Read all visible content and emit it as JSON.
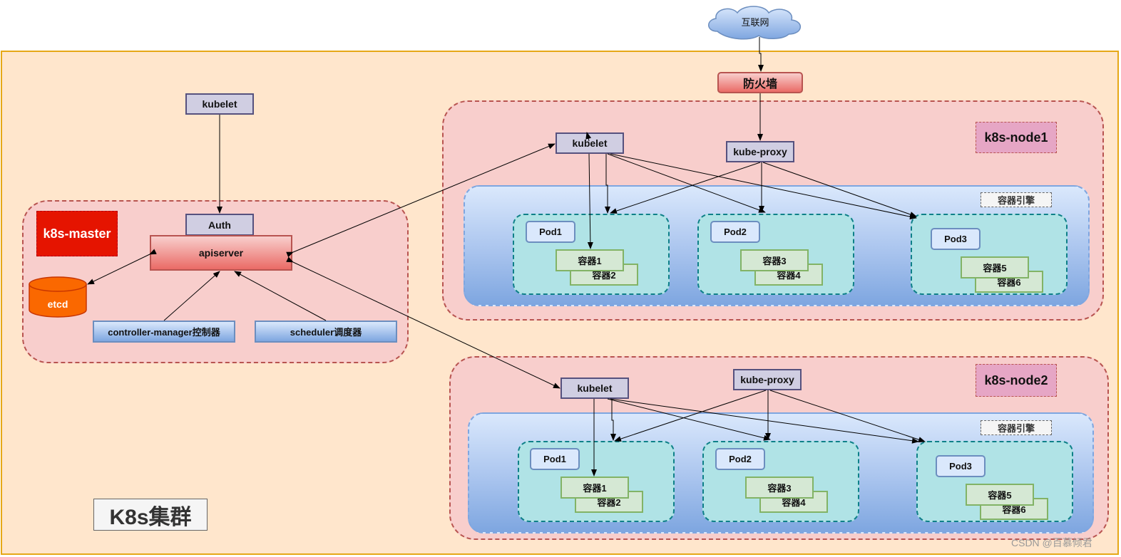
{
  "internet": "互联网",
  "firewall": "防火墙",
  "cluster_label": "K8s集群",
  "master": {
    "label": "k8s-master",
    "kubelet": "kubelet",
    "auth": "Auth",
    "apiserver": "apiserver",
    "etcd": "etcd",
    "controller": "controller-manager控制器",
    "scheduler": "scheduler调度器"
  },
  "nodes": [
    {
      "label": "k8s-node1",
      "kubelet": "kubelet",
      "kube_proxy": "kube-proxy",
      "engine": "容器引擎",
      "pods": [
        {
          "name": "Pod1",
          "containers": [
            "容器1",
            "容器2"
          ]
        },
        {
          "name": "Pod2",
          "containers": [
            "容器3",
            "容器4"
          ]
        },
        {
          "name": "Pod3",
          "containers": [
            "容器5",
            "容器6"
          ]
        }
      ]
    },
    {
      "label": "k8s-node2",
      "kubelet": "kubelet",
      "kube_proxy": "kube-proxy",
      "engine": "容器引擎",
      "pods": [
        {
          "name": "Pod1",
          "containers": [
            "容器1",
            "容器2"
          ]
        },
        {
          "name": "Pod2",
          "containers": [
            "容器3",
            "容器4"
          ]
        },
        {
          "name": "Pod3",
          "containers": [
            "容器5",
            "容器6"
          ]
        }
      ]
    }
  ],
  "watermark": "CSDN @百慕倾君"
}
